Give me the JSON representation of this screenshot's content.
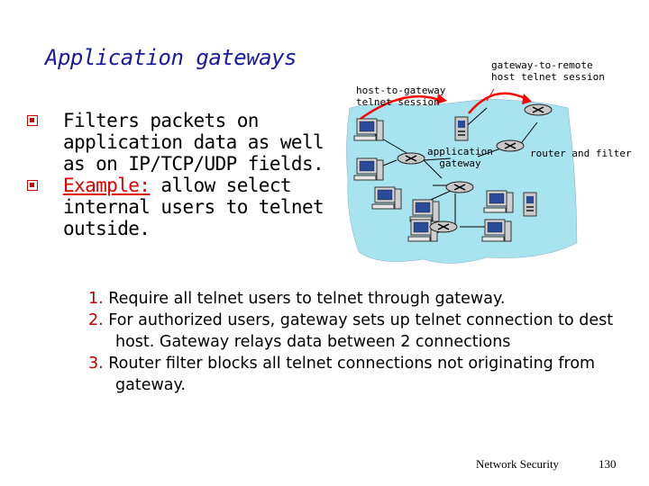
{
  "title": "Application gateways",
  "bullets": [
    {
      "lines": [
        "Filters packets on",
        "application data as well",
        "as on IP/TCP/UDP fields."
      ]
    },
    {
      "lead": "Example:",
      "rest": " allow select",
      "lines": [
        "internal users to telnet",
        "outside."
      ]
    }
  ],
  "diagram": {
    "label_host_gateway": [
      "host-to-gateway",
      "telnet session"
    ],
    "label_gateway_remote": [
      "gateway-to-remote",
      "host telnet session"
    ],
    "label_app_gateway": [
      "application",
      "gateway"
    ],
    "label_router": "router and filter"
  },
  "steps": [
    {
      "num": "1.",
      "text": " Require all telnet users to telnet through gateway."
    },
    {
      "num": "2.",
      "text": " For authorized users, gateway sets up telnet connection to dest host. Gateway relays data between 2 connections"
    },
    {
      "num": "3.",
      "text": " Router filter blocks all telnet connections not originating from gateway."
    }
  ],
  "footer": {
    "label": "Network Security",
    "page": "130"
  }
}
